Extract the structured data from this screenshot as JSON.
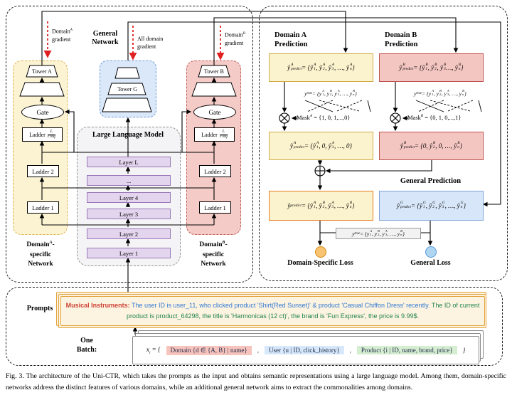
{
  "left_panel": {
    "gradient_a": {
      "l1": "Domain⟨A|⟩",
      "l2": "gradient"
    },
    "gradient_all": {
      "l1": "All domain",
      "l2": "gradient"
    },
    "gradient_b": {
      "l1": "Domain⟨B|⟩",
      "l2": "gradient"
    },
    "general_label": {
      "l1": "General",
      "l2": "Network"
    },
    "tower_a": "Tower A",
    "tower_b": "Tower B",
    "tower_g": "Tower G",
    "gate": "Gate",
    "ladder_frac": {
      "label": "Ladder",
      "num": "L",
      "den": "Freq"
    },
    "ladder2": "Ladder 2",
    "ladder1": "Ladder 1",
    "llm": {
      "title": "Large Language Model",
      "layers": [
        "Layer L",
        "...",
        "Layer 4",
        "Layer 3",
        "Layer 2",
        "Layer 1"
      ]
    },
    "net_a_caption": {
      "l1": "Domain⟨A|⟩-",
      "l2": "specific",
      "l3": "Network"
    },
    "net_b_caption": {
      "l1": "Domain⟨B|⟩-",
      "l2": "specific",
      "l3": "Network"
    }
  },
  "right_panel": {
    "domain_a": {
      "title_l1": "Domain A",
      "title_l2": "Prediction",
      "pred": "ŷ⟨A|predict⟩ = {ŷ⟨A|1⟩, ŷ⟨A|2⟩, ŷ⟨A|3⟩, …, ŷ⟨A|n⟩}",
      "ytrue": "y⟨|true⟩ = {y⟨A|1⟩, y⟨B|2⟩, y⟨A|3⟩, …, y⟨B|n⟩}",
      "mask": "Mask⟨A|⟩ = {1, 0, 1,...,0}",
      "masked": "ŷ⟨A|predict⟩ = {ŷ⟨A|1⟩, 0, ŷ⟨A|3⟩, …, 0}"
    },
    "domain_b": {
      "title_l1": "Domain B",
      "title_l2": "Prediction",
      "pred": "ŷ⟨B|predict⟩ = {ŷ⟨B|1⟩, ŷ⟨B|2⟩, ŷ⟨B|3⟩ …, ŷ⟨B|n⟩}",
      "ytrue": "y⟨|true⟩ = {y⟨A|1⟩, y⟨B|2⟩, y⟨A|3⟩, …, y⟨B|n⟩}",
      "mask": "Mask⟨B|⟩ = {0, 1, 0,...,1}",
      "masked": "ŷ⟨B|predict⟩ = {0, ŷ⟨B|2⟩, 0, …, ŷ⟨B|n⟩}"
    },
    "general": {
      "title": "General Prediction",
      "pred": "ŷ⟨G|predict⟩ = {ŷ⟨G|1⟩, ŷ⟨G|2⟩, ŷ⟨G|3⟩, …, ŷ⟨G|n⟩}"
    },
    "combined_pred": "ŷ⟨|predict⟩ = {ŷ⟨A|1⟩, ŷ⟨B|2⟩, ŷ⟨A|3⟩, …, ŷ⟨B|n⟩}",
    "ytrue_box": "y⟨|true⟩ = {y⟨A|1⟩, y⟨B|2⟩, y⟨A|3⟩, …, y⟨B|n⟩}",
    "domain_loss_label": "Domain-Specific Loss",
    "general_loss_label": "General Loss"
  },
  "bottom_panel": {
    "prompts_label": "Prompts",
    "prompt_segments": [
      {
        "text": "Musical Instruments:",
        "color": "#CB4335"
      },
      {
        "text": " The user ID is user_11, who clicked product 'Shirt(Red Sunset)' & product 'Casual Chiffon Dress' recently.",
        "color": "#2E78D2"
      },
      {
        "text": " The ID of current product is product_64298, the title is 'Harmonicas (12 ct)', the brand is 'Fun Express', the price is 9.99$.",
        "color": "#1E8449"
      }
    ],
    "batch_label": {
      "l1": "One",
      "l2": "Batch:"
    },
    "batch_prefix": "x⟨|i⟩ = {",
    "chips": [
      {
        "text": "Domain {d ∈ {A, B} | name}",
        "bg": "#F7C3BD"
      },
      {
        "text": "User {u | ID, click_history}",
        "bg": "#D6E8FA"
      },
      {
        "text": "Product {i | ID, name, brand, price}",
        "bg": "#D5EDD1"
      }
    ],
    "chip_separator": ",",
    "batch_suffix": "}"
  },
  "caption": "Fig. 3.  The architecture of the Uni-CTR, which takes the prompts as the input and obtains semantic representations using a large language model. Among them, domain-specific networks address the distinct features of various domains, while an additional general network aims to extract the commonalities among domains.",
  "colors": {
    "domain_a_accent": "#DBB54D",
    "domain_a_fill": "#FCF3D3",
    "domain_b_accent": "#C0605C",
    "domain_b_fill": "#F5CBC7",
    "general_accent": "#6F9BD6",
    "general_fill": "#DBE8F9",
    "llm_layer_fill": "#E4D5EE",
    "llm_layer_border": "#9878B8",
    "combined_border": "#E67E22",
    "domain_loss_fill": "#F8C471",
    "general_loss_fill": "#AED6F1",
    "prompt_border": "#E2A33C",
    "gradient_arrow": "#E02020"
  }
}
